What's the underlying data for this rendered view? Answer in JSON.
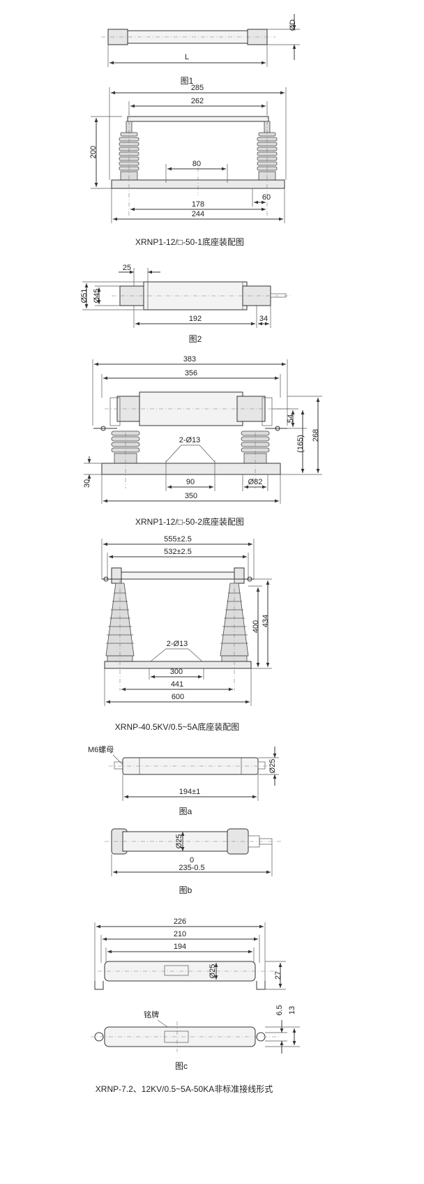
{
  "figures": [
    {
      "id": "fig1",
      "caption": "图1",
      "dims": {
        "length": "L",
        "dia": "ØD"
      }
    },
    {
      "id": "base1",
      "caption": "XRNP1-12/□-50-1底座装配图",
      "dims": {
        "d285": "285",
        "d262": "262",
        "d200": "200",
        "d80": "80",
        "d178": "178",
        "d60": "60",
        "d244": "244"
      }
    },
    {
      "id": "fig2",
      "caption": "图2",
      "dims": {
        "d25": "25",
        "d51": "Ø51",
        "d45": "Ø45",
        "d192": "192",
        "d34": "34"
      }
    },
    {
      "id": "base2",
      "caption": "XRNP1-12/□-50-2底座装配图",
      "dims": {
        "d383": "383",
        "d356": "356",
        "d268": "268",
        "d54": "54",
        "d165": "(165)",
        "holes": "2-Ø13",
        "d30": "30",
        "d90": "90",
        "d82": "Ø82",
        "d350": "350"
      }
    },
    {
      "id": "base3",
      "caption": "XRNP-40.5KV/0.5~5A底座装配图",
      "dims": {
        "d555": "555±2.5",
        "d532": "532±2.5",
        "d434": "434",
        "d400": "400",
        "holes": "2-Ø13",
        "d300": "300",
        "d441": "441",
        "d600": "600"
      }
    },
    {
      "id": "figa",
      "caption": "图a",
      "dims": {
        "nut": "M6螺母",
        "dia": "Ø25",
        "len": "194±1"
      }
    },
    {
      "id": "figb",
      "caption": "图b",
      "dims": {
        "dia": "Ø25",
        "tol": "0",
        "len": "235-0.5"
      }
    },
    {
      "id": "figc",
      "caption": "图c",
      "dims": {
        "d226": "226",
        "d210": "210",
        "d194": "194",
        "dia": "Ø25",
        "d27": "27",
        "plate": "铭牌",
        "d65": "6.5",
        "d13": "13"
      }
    }
  ],
  "footer_caption": "XRNP-7.2、12KV/0.5~5A-50KA非标准接线形式"
}
